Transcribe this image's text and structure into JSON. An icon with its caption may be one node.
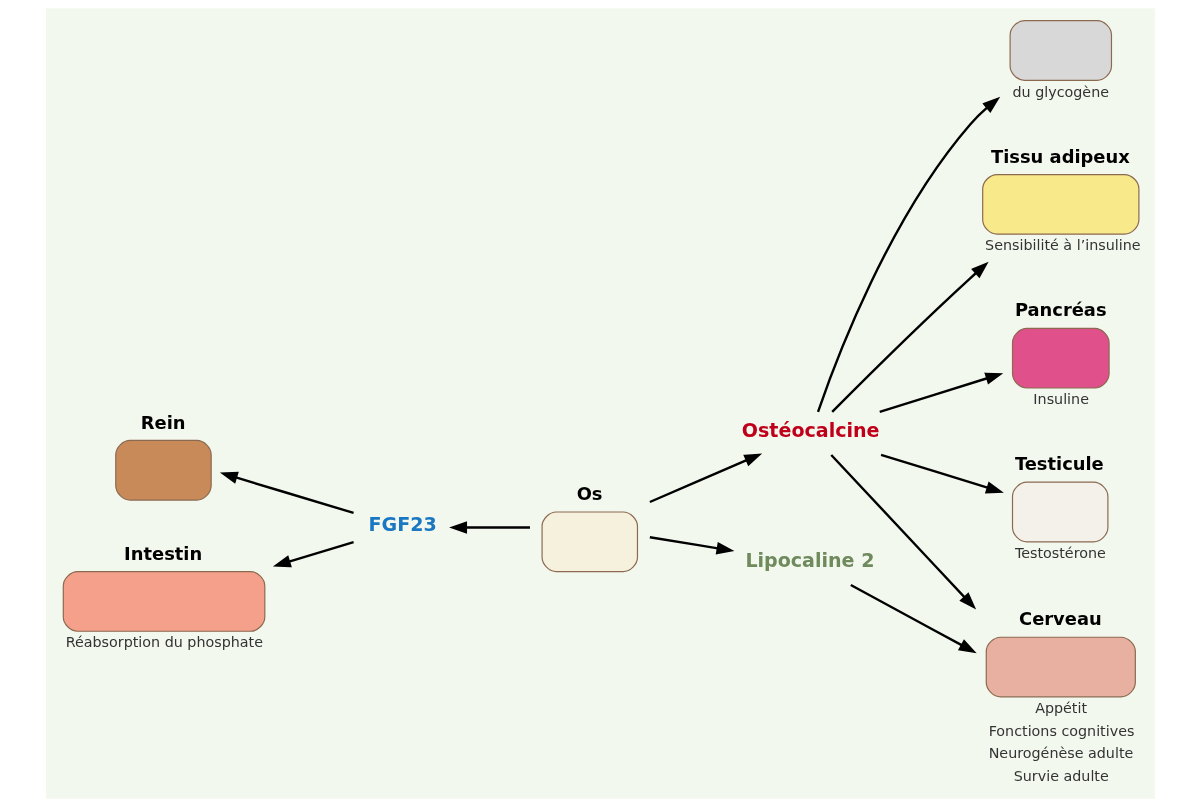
{
  "diagram": {
    "nodes": [
      {
        "text": [
          "Os"
        ]
      },
      {
        "text": [
          "FGF23"
        ]
      },
      {
        "text": [
          "Ostéocalcine"
        ]
      },
      {
        "text": [
          "Lipocaline 2"
        ]
      },
      {
        "text": [
          "Rein"
        ]
      },
      {
        "text": [
          "Intestin"
        ],
        "beside": [
          "Réabsorption du phosphate"
        ]
      },
      {
        "text": [],
        "shape": "box",
        "beside": [
          "du glycogène"
        ]
      },
      {
        "text": [
          "Tissu adipeux"
        ],
        "beside": [
          "Sensibilité à l’insuline"
        ]
      },
      {
        "text": [
          "Pancréas"
        ],
        "beside": [
          "Insuline"
        ]
      },
      {
        "text": [
          "Testicule"
        ],
        "beside": [
          "Testostérone"
        ]
      },
      {
        "text": [
          "Cerveau"
        ],
        "beside": [
          "Appétit",
          "Fonctions cognitives",
          "Neurogénèse adulte",
          "Survie adulte"
        ]
      }
    ],
    "edges": [
      {
        "from": 0,
        "to": 1,
        "arrow": "to"
      },
      {
        "from": 0,
        "to": 2,
        "arrow": "to"
      },
      {
        "from": 0,
        "to": 3,
        "arrow": "to"
      },
      {
        "from": 1,
        "to": 4,
        "arrow": "to"
      },
      {
        "from": 1,
        "to": 5,
        "arrow": "to"
      },
      {
        "from": 2,
        "to": 6,
        "arrow": "to"
      },
      {
        "from": 2,
        "to": 7,
        "arrow": "to"
      },
      {
        "from": 2,
        "to": 8,
        "arrow": "to"
      },
      {
        "from": 2,
        "to": 9,
        "arrow": "to"
      },
      {
        "from": 2,
        "to": 10,
        "arrow": "to"
      },
      {
        "from": 3,
        "to": 10,
        "arrow": "to"
      }
    ]
  }
}
